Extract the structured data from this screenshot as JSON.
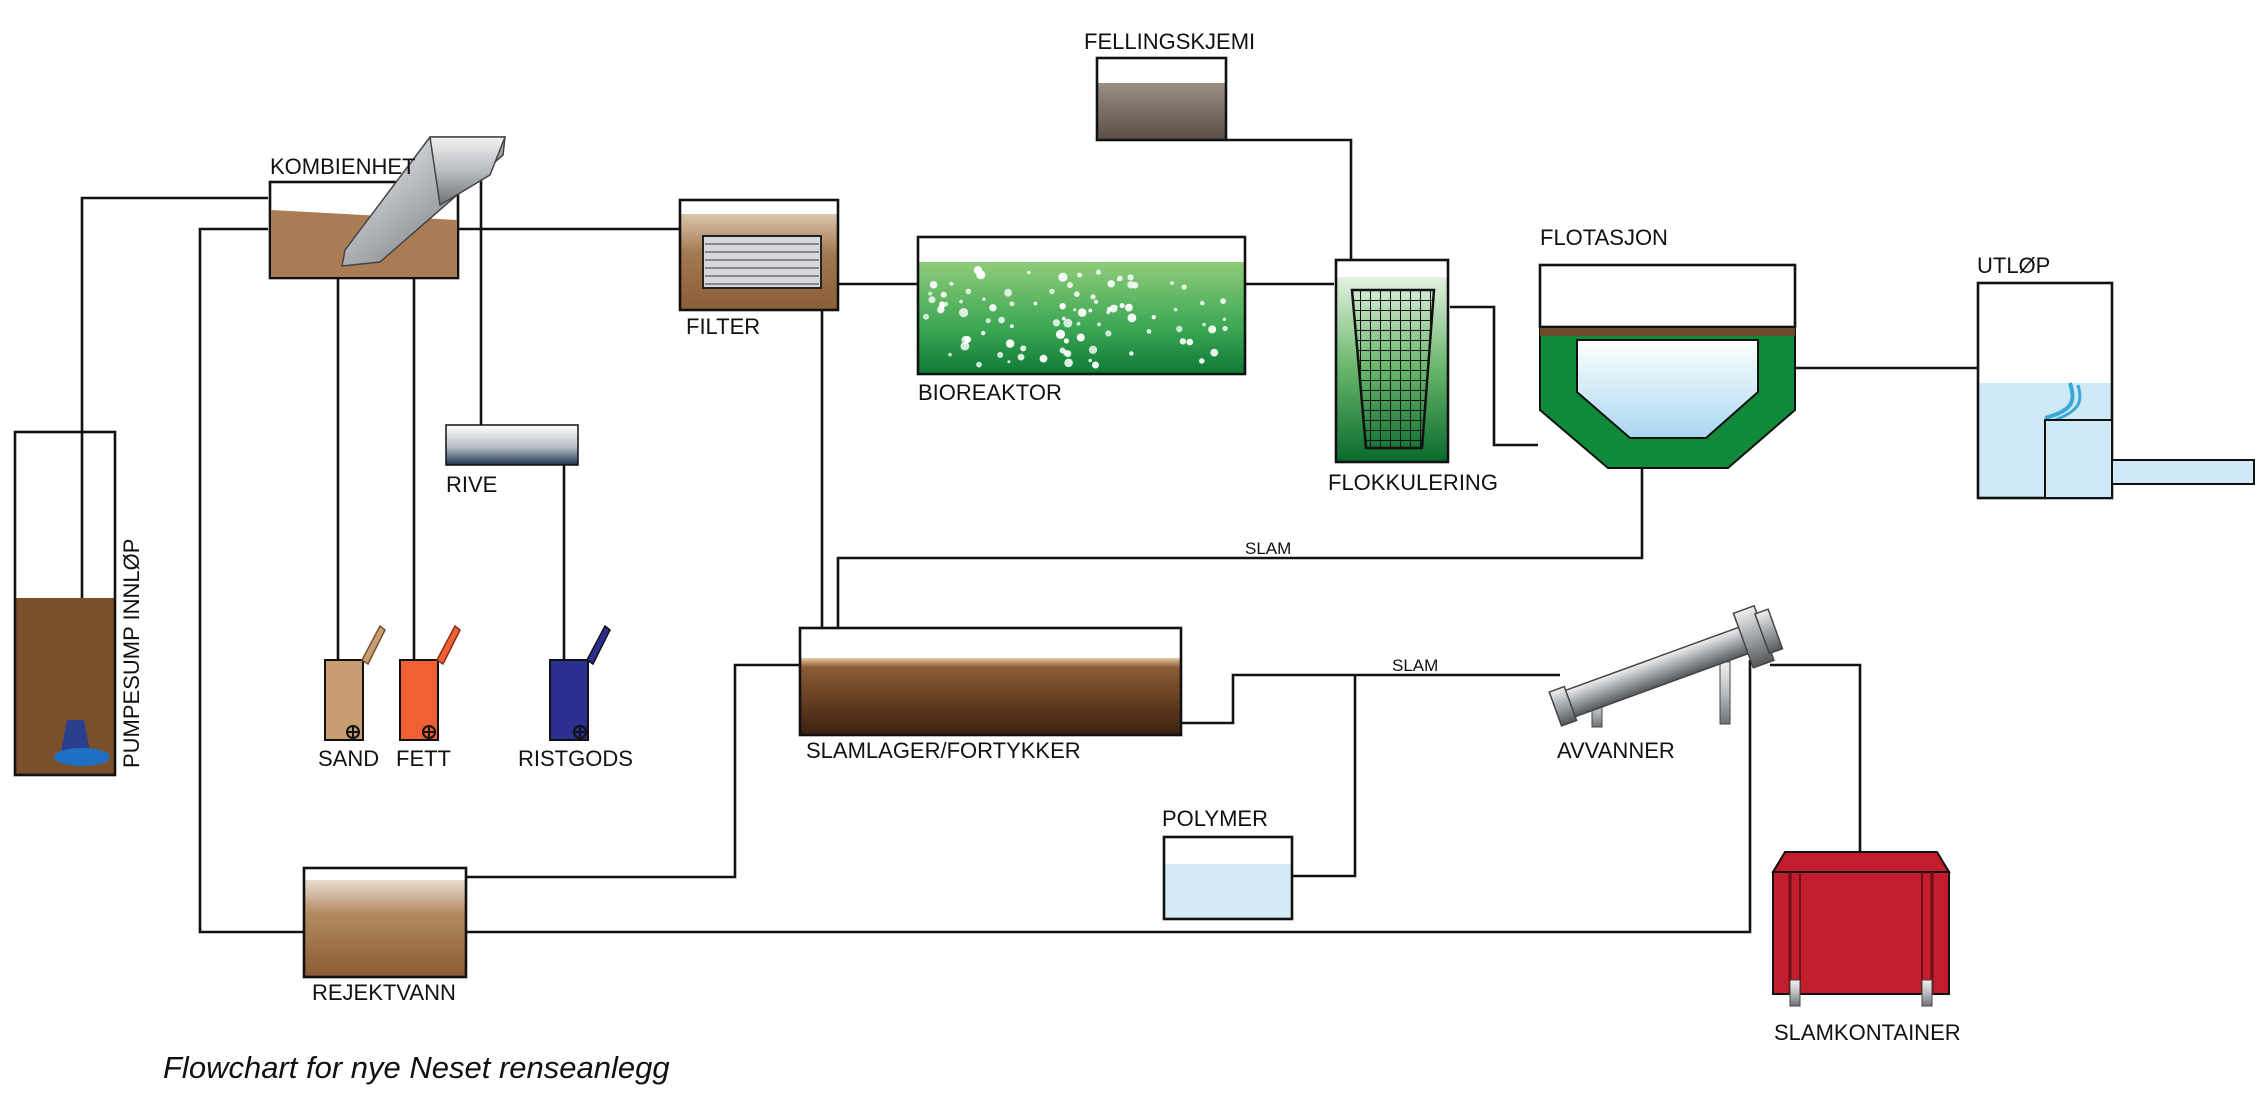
{
  "diagram": {
    "caption": "Flowchart for nye Neset renseanlegg",
    "labels": {
      "pumpesump": "PUMPESUMP INNLØP",
      "kombienhet": "KOMBIENHET",
      "filter": "FILTER",
      "bioreaktor": "BIOREAKTOR",
      "fellingskjemi": "FELLINGSKJEMI",
      "flokkulering": "FLOKKULERING",
      "flotasjon": "FLOTASJON",
      "utlop": "UTLØP",
      "rive": "RIVE",
      "sand": "SAND",
      "fett": "FETT",
      "ristgods": "RISTGODS",
      "slamlager": "SLAMLAGER/FORTYKKER",
      "slam_top": "SLAM",
      "slam_bottom": "SLAM",
      "avvanner": "AVVANNER",
      "polymer": "POLYMER",
      "rejektvann": "REJEKTVANN",
      "slamkontainer": "SLAMKONTAINER"
    },
    "colors": {
      "line": "#111111",
      "sludge_brown": "#7a4f2c",
      "wastewater_tan": "#a97c55",
      "bio_green": "#2e9a4a",
      "bio_green_light": "#8fcc7a",
      "flotation_green": "#0e8a3a",
      "clean_water": "#cfeaf6",
      "sand_container": "#c89d72",
      "fett_container": "#f06033",
      "ristgods_container": "#2b2f8f",
      "slamkontainer_red": "#c21d2d",
      "pump_blue": "#1d5aa8",
      "steel_grey": "#9aa0a6"
    }
  }
}
